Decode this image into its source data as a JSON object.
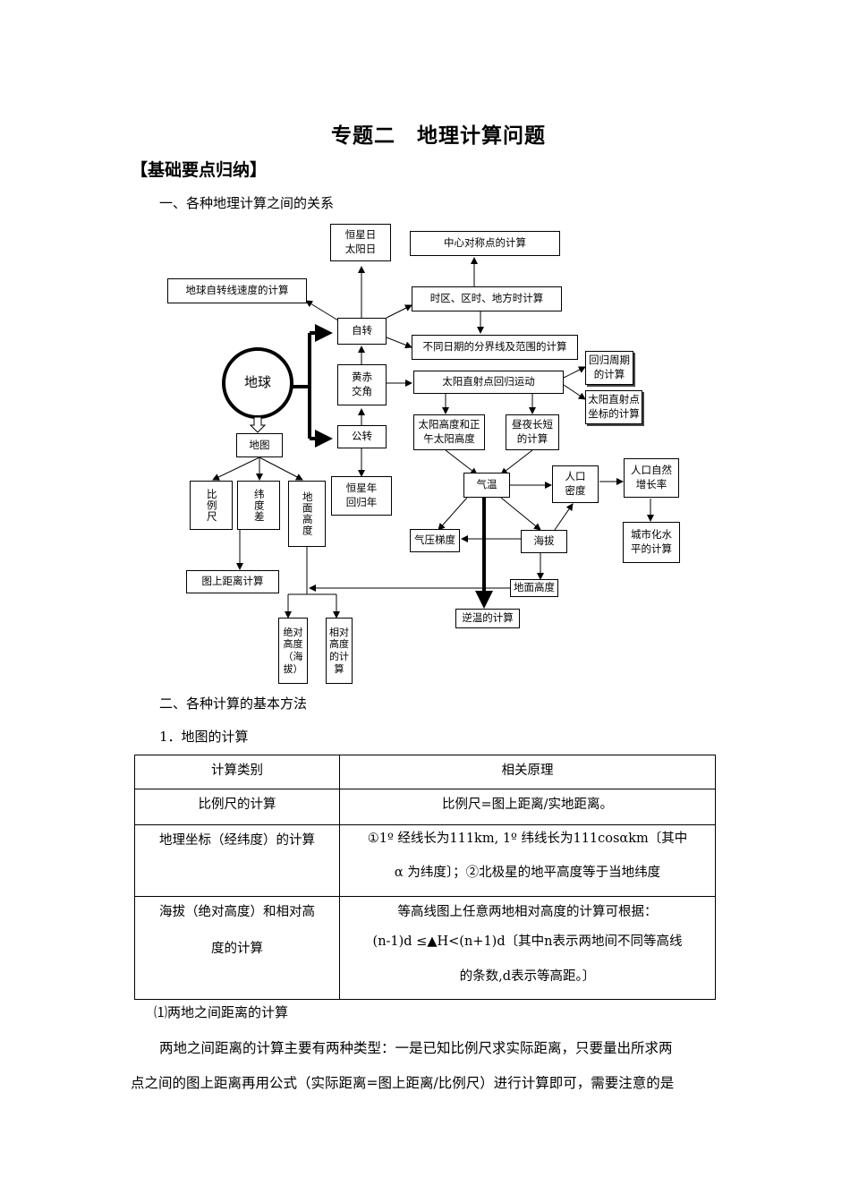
{
  "doc": {
    "title": "专题二　地理计算问题",
    "section": "【基础要点归纳】",
    "heading1": "一、各种地理计算之间的关系",
    "heading2": "二、各种计算的基本方法",
    "heading3": "1．地图的计算"
  },
  "diagram": {
    "earth": "地球",
    "hengxingri": "恒星日\n太阳日",
    "zhongxin": "中心对称点的计算",
    "zizhuan_speed": "地球自转线速度的计算",
    "shiqu": "时区、区时、地方时计算",
    "zizhuan": "自转",
    "butong": "不同日期的分界线及范围的计算",
    "huangchi": "黄赤\n交角",
    "zhishe": "太阳直射点回归运动",
    "huigui": "回归周期\n的计算",
    "zhishe_zb": "太阳直射点\n坐标的计算",
    "gongzhuan": "公转",
    "ditu": "地图",
    "taiyang_gd": "太阳高度和正\n午太阳高度",
    "zhouye": "昼夜长短\n的计算",
    "bilichi": "比例尺",
    "weiducha": "纬度差",
    "dimian_gd": "地面高度",
    "hengxingnian": "恒星年\n回归年",
    "qiwen": "气温",
    "renkou_md": "人口\n密度",
    "renkou_zz": "人口自然\n增长率",
    "qiya": "气压梯度",
    "haiba": "海拔",
    "chengshi": "城市化水\n平的计算",
    "tushang": "图上距离计算",
    "dimian_gd2": "地面高度",
    "nixun": "逆温的计算",
    "jueduigd": "绝对\n高度\n（海\n拔）",
    "xiangduigd": "相对\n高度\n的计\n算"
  },
  "table": {
    "headers": [
      "计算类别",
      "相关原理"
    ],
    "rows": [
      {
        "cat": "比例尺的计算",
        "rule": "比例尺=图上距离/实地距离。"
      },
      {
        "cat": "地理坐标（经纬度）的计算",
        "rule1": "①1º 经线长为111km, 1º 纬线长为111cosαkm〔其中",
        "rule2": "α 为纬度〕；②北极星的地平高度等于当地纬度"
      },
      {
        "cat1": "海拔（绝对高度）和相对高",
        "cat2": "度的计算",
        "rule1": "等高线图上任意两地相对高度的计算可根据：",
        "rule2": "(n-1)d  ≤▲H<(n+1)d〔其中n表示两地间不同等高线",
        "rule3": "的条数,d表示等高距。〕"
      }
    ]
  },
  "sub1": "⑴两地之间距离的计算",
  "para1": "两地之间距离的计算主要有两种类型：一是已知比例尺求实际距离，只要量出所求两",
  "para2": "点之间的图上距离再用公式（实际距离=图上距离/比例尺）进行计算即可，需要注意的是"
}
